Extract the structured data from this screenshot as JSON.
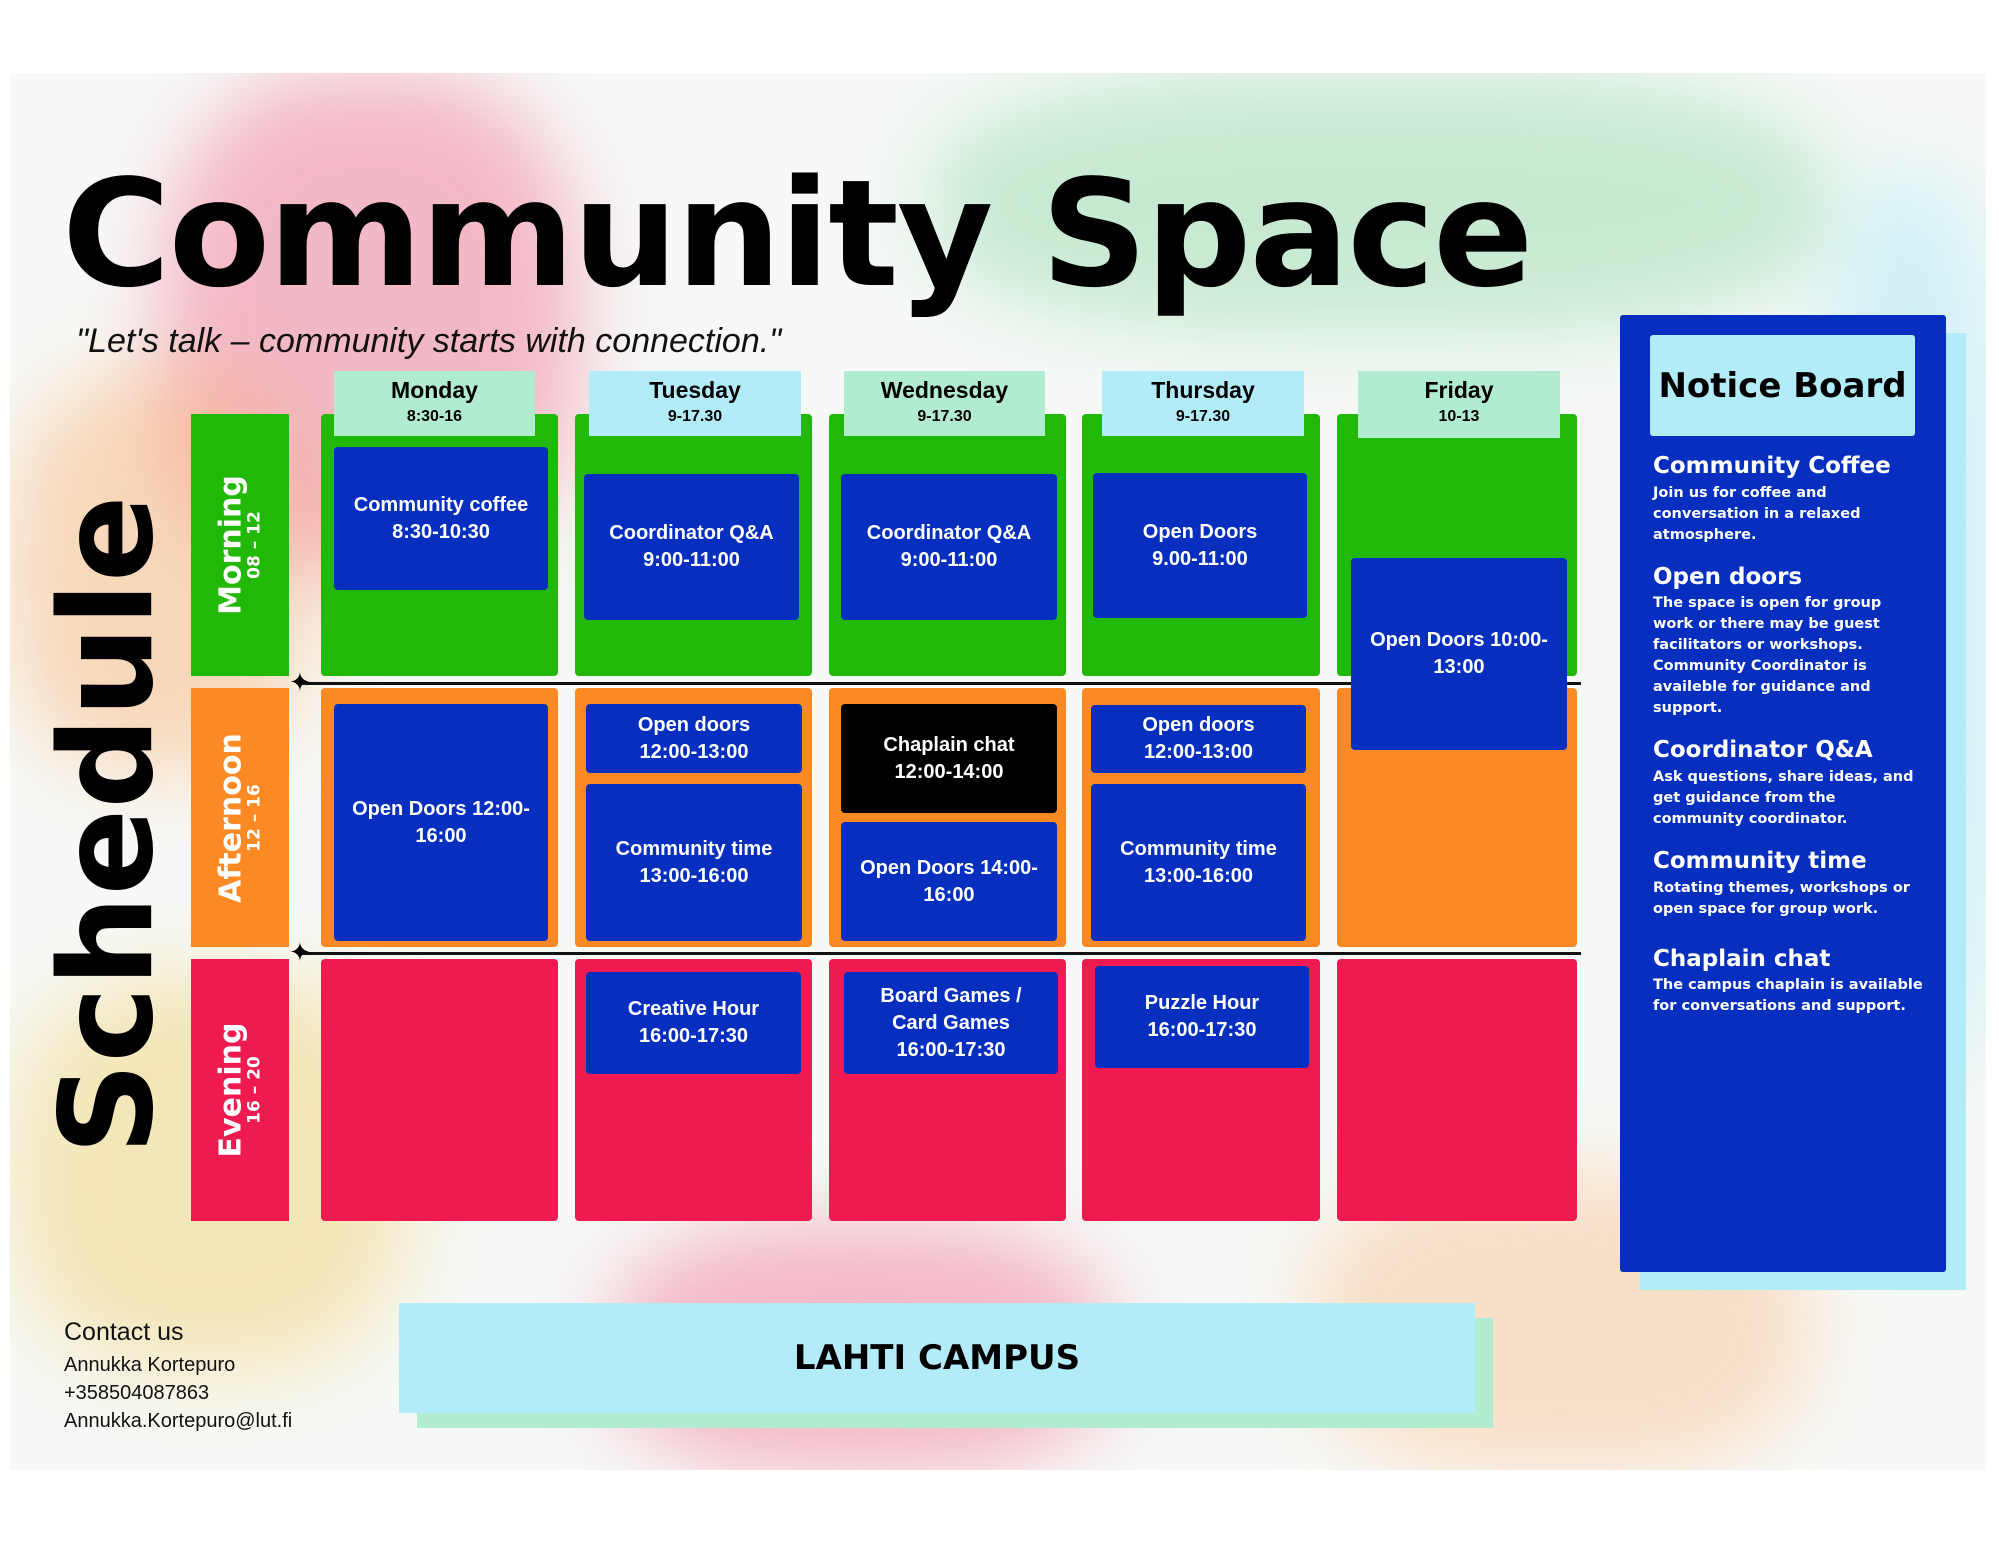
{
  "header": {
    "title": "Community Space",
    "subtitle": "\"Let's talk – community starts with connection.\"",
    "schedule_label": "Schedule"
  },
  "days": [
    {
      "name": "Monday",
      "hours": "8:30-16"
    },
    {
      "name": "Tuesday",
      "hours": "9-17.30"
    },
    {
      "name": "Wednesday",
      "hours": "9-17.30"
    },
    {
      "name": "Thursday",
      "hours": "9-17.30"
    },
    {
      "name": "Friday",
      "hours": "10-13"
    }
  ],
  "periods": [
    {
      "name": "Morning",
      "hours": "08 – 12"
    },
    {
      "name": "Afternoon",
      "hours": "12 – 16"
    },
    {
      "name": "Evening",
      "hours": "16 – 20"
    }
  ],
  "events": {
    "mon_morning": "Community coffee\n8:30-10:30",
    "tue_morning": "Coordinator Q&A\n9:00-11:00",
    "wed_morning": "Coordinator Q&A\n9:00-11:00",
    "thu_morning": "Open Doors\n9.00-11:00",
    "fri_morning": "Open Doors 10:00-\n13:00",
    "mon_afternoon": "Open Doors 12:00-\n16:00",
    "tue_open": "Open doors\n12:00-13:00",
    "tue_community": "Community time\n13:00-16:00",
    "wed_chaplain": "Chaplain chat\n12:00-14:00",
    "wed_open": "Open Doors 14:00-\n16:00",
    "thu_open": "Open doors\n12:00-13:00",
    "thu_community": "Community time\n13:00-16:00",
    "tue_evening": "Creative Hour\n16:00-17:30",
    "wed_evening": "Board Games /\nCard Games\n16:00-17:30",
    "thu_evening": "Puzzle Hour\n16:00-17:30"
  },
  "notice_board": {
    "title": "Notice Board",
    "items": [
      {
        "title": "Community Coffee",
        "text": "Join us for coffee and conversation in a relaxed atmosphere."
      },
      {
        "title": "Open doors",
        "text": "The space is open for group work or there may be guest facilitators or workshops. Community Coordinator is availeble for guidance and support."
      },
      {
        "title": "Coordinator Q&A",
        "text": "Ask questions, share ideas, and get guidance from the community coordinator."
      },
      {
        "title": "Community time",
        "text": "Rotating themes, workshops or open space for group work."
      },
      {
        "title": "Chaplain chat",
        "text": "The campus chaplain is available for conversations and support."
      }
    ]
  },
  "campus": "LAHTI CAMPUS",
  "contact": {
    "heading": "Contact us",
    "name": "Annukka Kortepuro",
    "phone": "+358504087863",
    "email": "Annukka.Kortepuro@lut.fi"
  },
  "colors": {
    "morning": "#22b807",
    "afternoon": "#fb8a24",
    "evening": "#ee1a50",
    "event": "#062fbf",
    "mint": "#b1ecd0",
    "light_blue": "#b3ecf9"
  }
}
